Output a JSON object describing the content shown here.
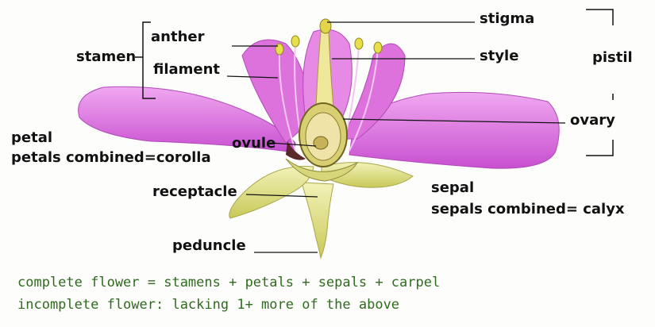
{
  "labels": {
    "stamen": "stamen",
    "anther": "anther",
    "filament": "filament",
    "stigma": "stigma",
    "style": "style",
    "pistil": "pistil",
    "ovary": "ovary",
    "ovule": "ovule",
    "petal": "petal",
    "petals_combined": "petals combined=corolla",
    "receptacle": "receptacle",
    "sepal": "sepal",
    "sepals_combined": "sepals combined= calyx",
    "peduncle": "peduncle"
  },
  "notes": {
    "complete": "complete flower = stamens + petals + sepals + carpel",
    "incomplete": "incomplete flower: lacking 1+ more of the above"
  },
  "colors": {
    "petal": "#e07ce0",
    "sepal": "#e6e79a",
    "note_text": "#2f6b1f"
  }
}
